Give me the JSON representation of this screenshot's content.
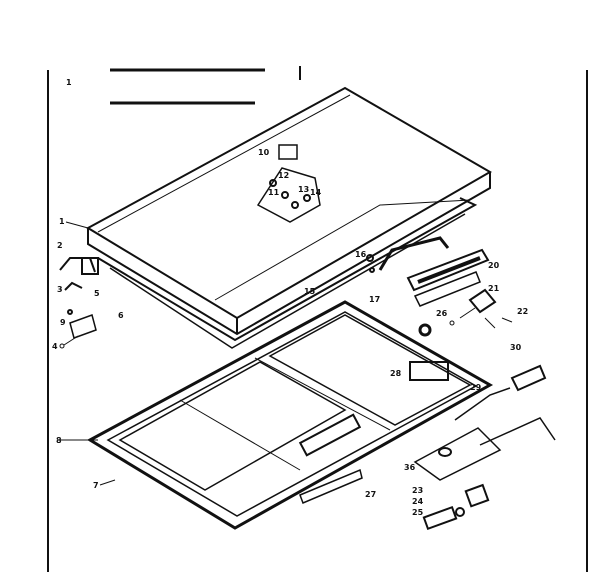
{
  "diagram": {
    "header_mark": "1",
    "part_labels": {
      "p1": "1",
      "p2": "2",
      "p3": "3",
      "p4": "4",
      "p5": "5",
      "p6": "6",
      "p7": "7",
      "p8": "8",
      "p9": "9",
      "p10": "10",
      "p11": "11",
      "p12": "12",
      "p13": "13",
      "p14": "14",
      "p15": "15",
      "p16": "16",
      "p17": "17",
      "p20": "20",
      "p21": "21",
      "p22": "22",
      "p23": "23",
      "p24": "24",
      "p25": "25",
      "p26": "26",
      "p27": "27",
      "p28": "28",
      "p29": "29",
      "p30": "30",
      "p36": "36"
    }
  }
}
